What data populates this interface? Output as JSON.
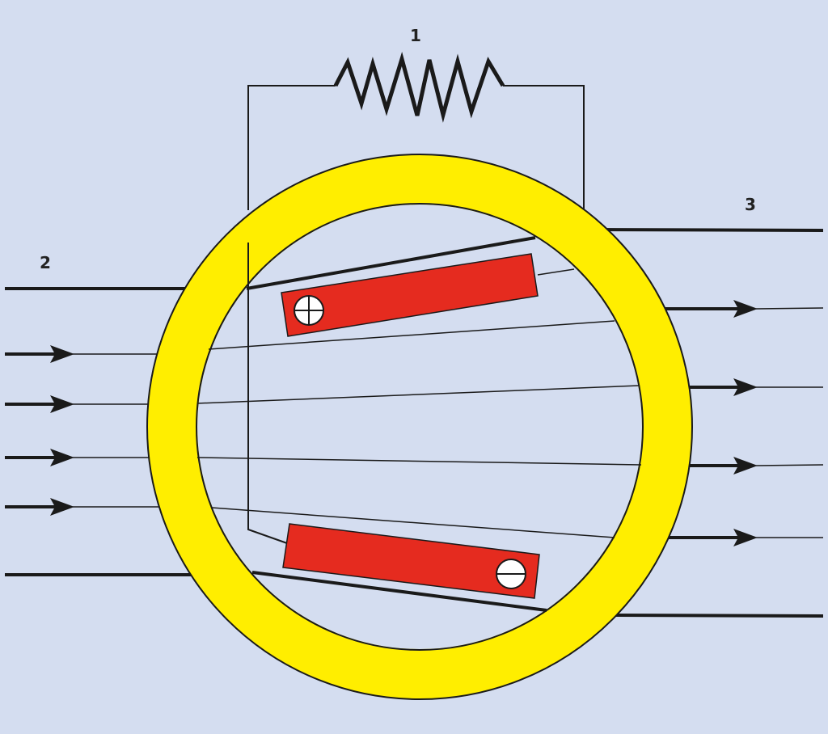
{
  "labels": {
    "resistor": "1",
    "incoming_flux": "2",
    "outgoing_flux": "3"
  },
  "colors": {
    "background": "#d4ddf0",
    "ring": "#ffee00",
    "pole": "#e52b1f",
    "line": "#1a1a1a"
  },
  "icons": {
    "top_terminal": "plus-icon",
    "bottom_terminal": "minus-icon"
  }
}
